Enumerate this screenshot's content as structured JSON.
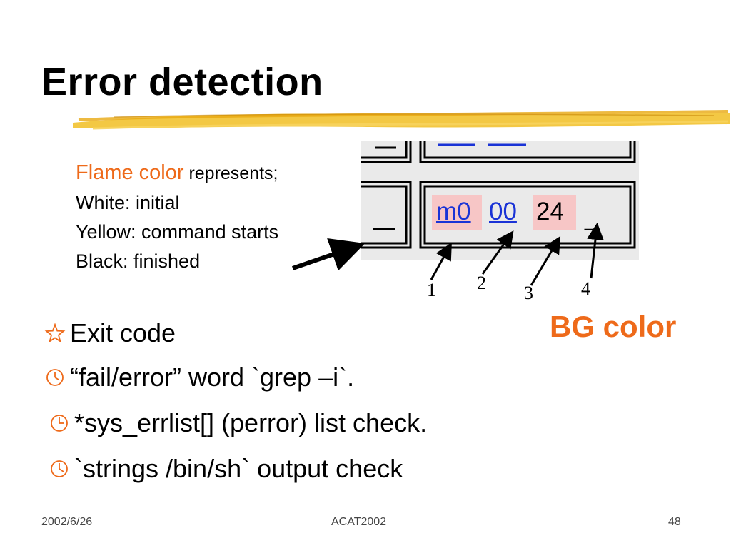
{
  "slide": {
    "title": "Error detection",
    "legend": {
      "flame_label": "Flame color",
      "represents": " represents;",
      "lines": [
        "White:  initial",
        "Yellow: command starts",
        "Black:  finished"
      ]
    },
    "screenshot_tokens": {
      "m0": "m0",
      "zero_zero": "00",
      "twenty_four": "24",
      "underscore": "_"
    },
    "callout_numbers": [
      "1",
      "2",
      "3",
      "4"
    ],
    "bg_color_label": "BG color",
    "bullets": [
      {
        "icon": "star-icon",
        "text": "Exit code"
      },
      {
        "icon": "clock-icon",
        "text": "“fail/error” word `grep –i`."
      },
      {
        "icon": "clock-icon",
        "text": "*sys_errlist[] (perror) list check."
      },
      {
        "icon": "clock-icon",
        "text": "`strings /bin/sh`   output check"
      }
    ],
    "footer": {
      "date": "2002/6/26",
      "center": "ACAT2002",
      "page": "48"
    }
  },
  "colors": {
    "accent_orange": "#ee6a1a",
    "brush_yellow": "#f2c230",
    "link_blue": "#1a33d6",
    "highlight_pink": "#f7c6c6"
  }
}
